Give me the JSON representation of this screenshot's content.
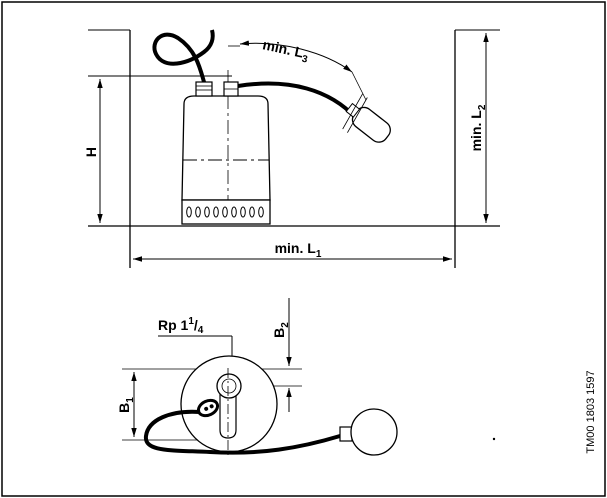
{
  "labels": {
    "min_l3": "min. L",
    "min_l3_sub": "3",
    "min_l2": "min. L",
    "min_l2_sub": "2",
    "h": "H",
    "min_l1": "min. L",
    "min_l1_sub": "1",
    "rp": "Rp 1",
    "rp_sup": "1",
    "rp_slash": "/",
    "rp_sub": "4",
    "b2": "B",
    "b2_sub": "2",
    "b1": "B",
    "b1_sub": "1",
    "drawing_number": "TM00 1803 1597"
  }
}
